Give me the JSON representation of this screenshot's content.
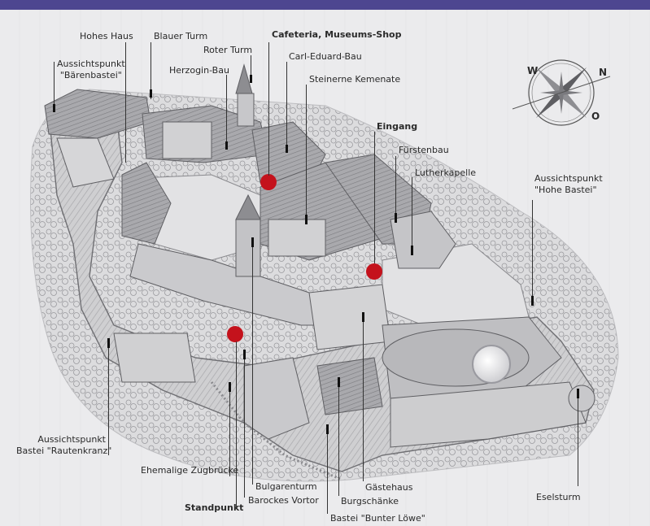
{
  "labels": {
    "hohes_haus": "Hohes Haus",
    "blauer_turm": "Blauer Turm",
    "roter_turm": "Roter Turm",
    "cafeteria": "Cafeteria, Museums-Shop",
    "baerenbastei_1": "Aussichtspunkt",
    "baerenbastei_2": "\"Bärenbastei\"",
    "herzogin_bau": "Herzogin-Bau",
    "carl_eduard_bau": "Carl-Eduard-Bau",
    "steinerne_kemenate": "Steinerne Kemenate",
    "eingang": "Eingang",
    "fuerstenbau": "Fürstenbau",
    "lutherkapelle": "Lutherkapelle",
    "hohe_bastei_1": "Aussichtspunkt",
    "hohe_bastei_2": "\"Hohe Bastei\"",
    "rautenkranz_1": "Aussichtspunkt",
    "rautenkranz_2": "Bastei \"Rautenkranz\"",
    "zugbruecke": "Ehemalige Zugbrücke",
    "bulgarenturm": "Bulgarenturm",
    "barockes_vortor": "Barockes Vortor",
    "standpunkt": "Standpunkt",
    "gaestehaus": "Gästehaus",
    "burgschaenke": "Burgschänke",
    "bunter_loewe": "Bastei \"Bunter Löwe\"",
    "eselsturm": "Eselsturm"
  },
  "compass": {
    "n": "N",
    "w": "W",
    "o": "O"
  },
  "colors": {
    "marker": "#c4121c",
    "top_strip": "#4d4690",
    "board": "#ebebed"
  }
}
